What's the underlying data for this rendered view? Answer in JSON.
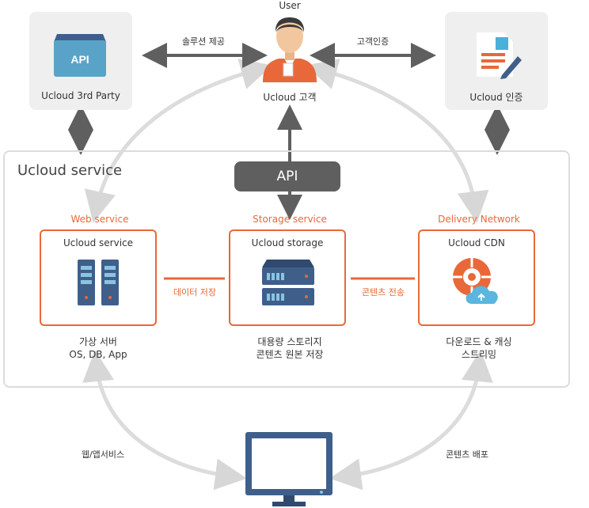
{
  "user": {
    "title": "User",
    "caption": "Ucloud 고객"
  },
  "top_left": {
    "icon_text": "API",
    "label": "Ucloud 3rd Party"
  },
  "top_right": {
    "label": "Ucloud 인증"
  },
  "links_top": {
    "left": "솔루션 제공",
    "right": "고객인증"
  },
  "service": {
    "title": "Ucloud service",
    "api_label": "API"
  },
  "columns": [
    {
      "category": "Web service",
      "box_title": "Ucloud service",
      "desc_line1": "가상 서버",
      "desc_line2": "OS, DB, App"
    },
    {
      "category": "Storage service",
      "box_title": "Ucloud storage",
      "desc_line1": "대용량 스토리지",
      "desc_line2": "콘텐츠 원본 저장"
    },
    {
      "category": "Delivery Network",
      "box_title": "Ucloud CDN",
      "desc_line1": "다운로드 & 캐싱",
      "desc_line2": "스트리밍"
    }
  ],
  "links_mid": {
    "left": "데이터 저장",
    "right": "콘텐츠 전송"
  },
  "links_bottom": {
    "left": "웹/앱서비스",
    "right": "콘텐츠 배포"
  },
  "colors": {
    "accent": "#e8683a",
    "dark": "#5f5f5f",
    "frame": "#dcdcdc",
    "panel": "#efefef"
  }
}
